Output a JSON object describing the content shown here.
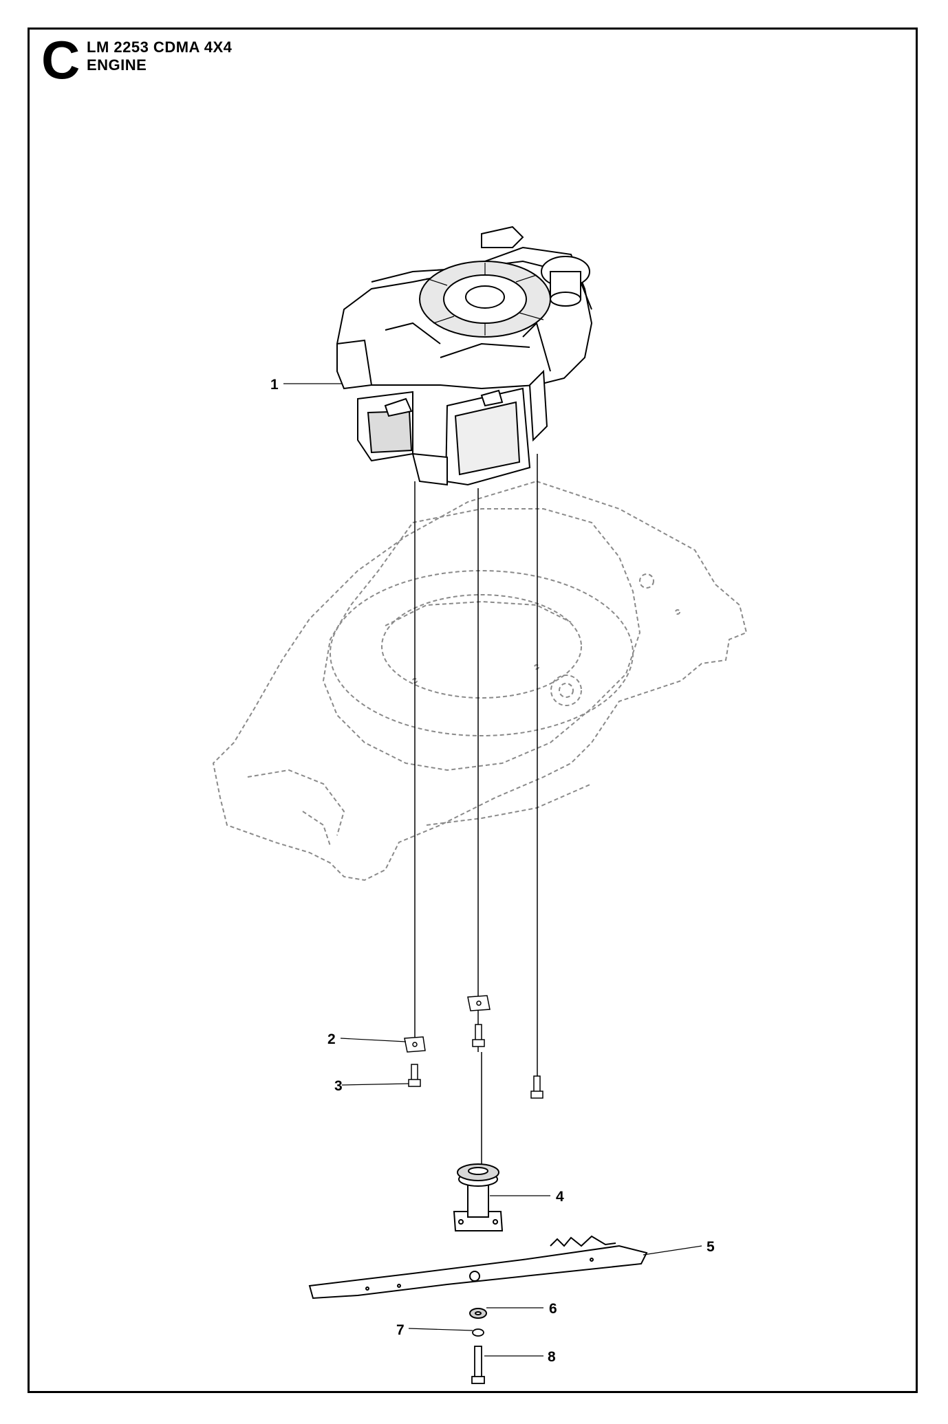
{
  "header": {
    "section_letter": "C",
    "model": "LM 2253 CDMA 4X4",
    "assembly": "ENGINE"
  },
  "callouts": [
    {
      "number": "1",
      "part": "engine"
    },
    {
      "number": "2",
      "part": "washer-plate"
    },
    {
      "number": "3",
      "part": "engine-bolt"
    },
    {
      "number": "4",
      "part": "blade-hub"
    },
    {
      "number": "5",
      "part": "blade"
    },
    {
      "number": "6",
      "part": "washer"
    },
    {
      "number": "7",
      "part": "lock-washer"
    },
    {
      "number": "8",
      "part": "blade-bolt"
    }
  ]
}
